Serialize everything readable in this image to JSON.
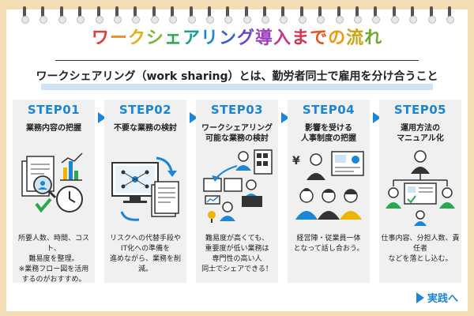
{
  "title": {
    "chars": [
      {
        "c": "ワ",
        "color": "#e23b3b"
      },
      {
        "c": "ー",
        "color": "#f08a1a"
      },
      {
        "c": "ク",
        "color": "#e2b11a"
      },
      {
        "c": "シ",
        "color": "#7cb93a"
      },
      {
        "c": "ェ",
        "color": "#2aa84f"
      },
      {
        "c": "ア",
        "color": "#1f9e8f"
      },
      {
        "c": "リ",
        "color": "#1c86d6"
      },
      {
        "c": "ン",
        "color": "#3b5fd0"
      },
      {
        "c": "グ",
        "color": "#6a46c6"
      },
      {
        "c": "導",
        "color": "#9b3ec0"
      },
      {
        "c": "入",
        "color": "#c23a8f"
      },
      {
        "c": "ま",
        "color": "#d8324e"
      },
      {
        "c": "で",
        "color": "#e5541f"
      },
      {
        "c": "の",
        "color": "#f09a12"
      },
      {
        "c": "流",
        "color": "#c9a318"
      },
      {
        "c": "れ",
        "color": "#6cab2c"
      }
    ]
  },
  "subtitle": "ワークシェアリング（work sharing）とは、勤労者同士で雇用を分け合うこと",
  "steps": [
    {
      "label": "STEP01",
      "title": "業務内容の把握",
      "desc": "所要人数、時間、コスト、\n難易度を整理。\n※業務フロー図を活用\nするのがおすすめ。"
    },
    {
      "label": "STEP02",
      "title": "不要な業務の検討",
      "desc": "リスクへの代替手段や\nIT化への準備を\n進めながら、業務を削減。"
    },
    {
      "label": "STEP03",
      "title": "ワークシェアリング\n可能な業務の検討",
      "desc": "難易度が高くても、\n重要度が低い業務は\n専門性の高い人\n同士でシェアできる！"
    },
    {
      "label": "STEP04",
      "title": "影響を受ける\n人事制度の把握",
      "desc": "経営陣・従業員一体\nとなって話し合おう。"
    },
    {
      "label": "STEP05",
      "title": "運用方法の\nマニュアル化",
      "desc": "仕事内容、分担人数、責任者\nなどを落とし込む。"
    }
  ],
  "next_label": "実践へ",
  "colors": {
    "accent": "#1c86d6",
    "background": "#f2ddb5",
    "card": "#f0f0f0",
    "highlight": "#cfe3f5"
  }
}
